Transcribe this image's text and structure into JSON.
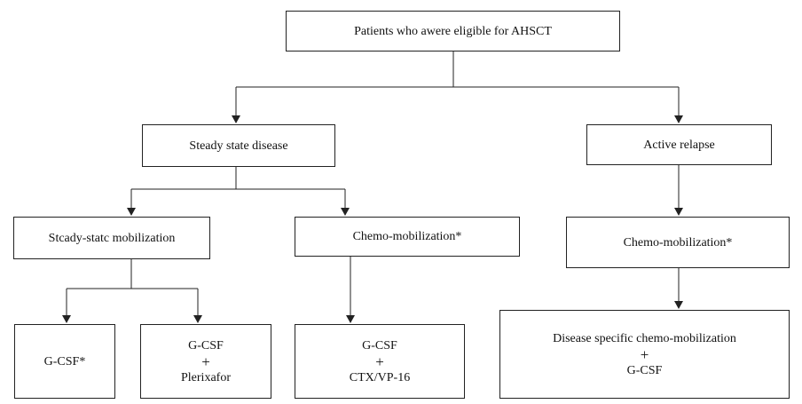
{
  "nodes": {
    "root": "Patients who awere eligible for AHSCT",
    "steady_state_disease": "Steady state disease",
    "active_relapse": "Active relapse",
    "steady_state_mobilization": "Stcady-statc mobilization",
    "chemo_mobilization_left": "Chemo-mobilization*",
    "chemo_mobilization_right": "Chemo-mobilization*",
    "gcsf_alone": "G-CSF*",
    "gcsf_plerixafor": {
      "line1": "G-CSF",
      "plus": "+",
      "line2": "Plerixafor"
    },
    "gcsf_ctx": {
      "line1": "G-CSF",
      "plus": "+",
      "line2": "CTX/VP-16"
    },
    "disease_specific": {
      "line1": "Disease specific chemo-mobilization",
      "plus": "+",
      "line2": "G-CSF"
    }
  }
}
